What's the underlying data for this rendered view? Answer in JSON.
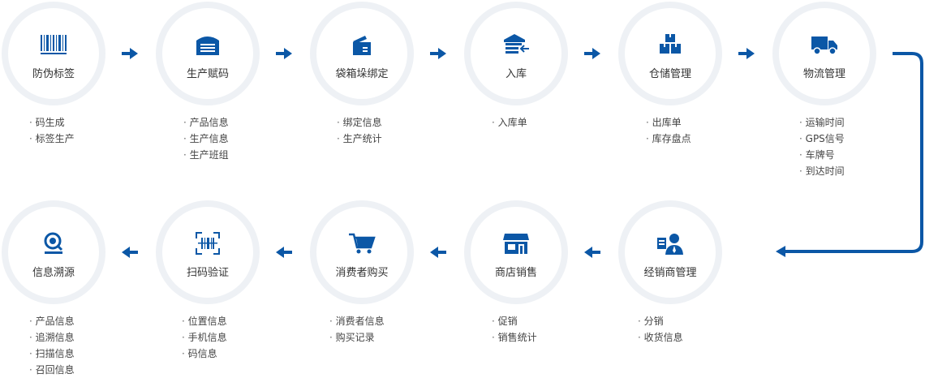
{
  "colors": {
    "accent": "#0b57a6",
    "ring": "#eef1f5",
    "text": "#333333"
  },
  "steps": [
    {
      "label": "防伪标签",
      "icon": "barcode-icon",
      "details": [
        "码生成",
        "标签生产"
      ]
    },
    {
      "label": "生产赋码",
      "icon": "warehouse-icon",
      "details": [
        "产品信息",
        "生产信息",
        "生产班组"
      ]
    },
    {
      "label": "袋箱垛绑定",
      "icon": "box-icon",
      "details": [
        "绑定信息",
        "生产统计"
      ]
    },
    {
      "label": "入库",
      "icon": "storage-in-icon",
      "details": [
        "入库单"
      ]
    },
    {
      "label": "仓储管理",
      "icon": "stacked-boxes-icon",
      "details": [
        "出库单",
        "库存盘点"
      ]
    },
    {
      "label": "物流管理",
      "icon": "truck-icon",
      "details": [
        "运输时间",
        "GPS信号",
        "车牌号",
        "到达时间"
      ]
    },
    {
      "label": "经销商管理",
      "icon": "dealer-icon",
      "details": [
        "分销",
        "收货信息"
      ]
    },
    {
      "label": "商店销售",
      "icon": "shop-icon",
      "details": [
        "促销",
        "销售统计"
      ]
    },
    {
      "label": "消费者购买",
      "icon": "cart-icon",
      "details": [
        "消费者信息",
        "购买记录"
      ]
    },
    {
      "label": "扫码验证",
      "icon": "scan-icon",
      "details": [
        "位置信息",
        "手机信息",
        "码信息"
      ]
    },
    {
      "label": "信息溯源",
      "icon": "trace-search-icon",
      "details": [
        "产品信息",
        "追溯信息",
        "扫描信息",
        "召回信息"
      ]
    }
  ]
}
